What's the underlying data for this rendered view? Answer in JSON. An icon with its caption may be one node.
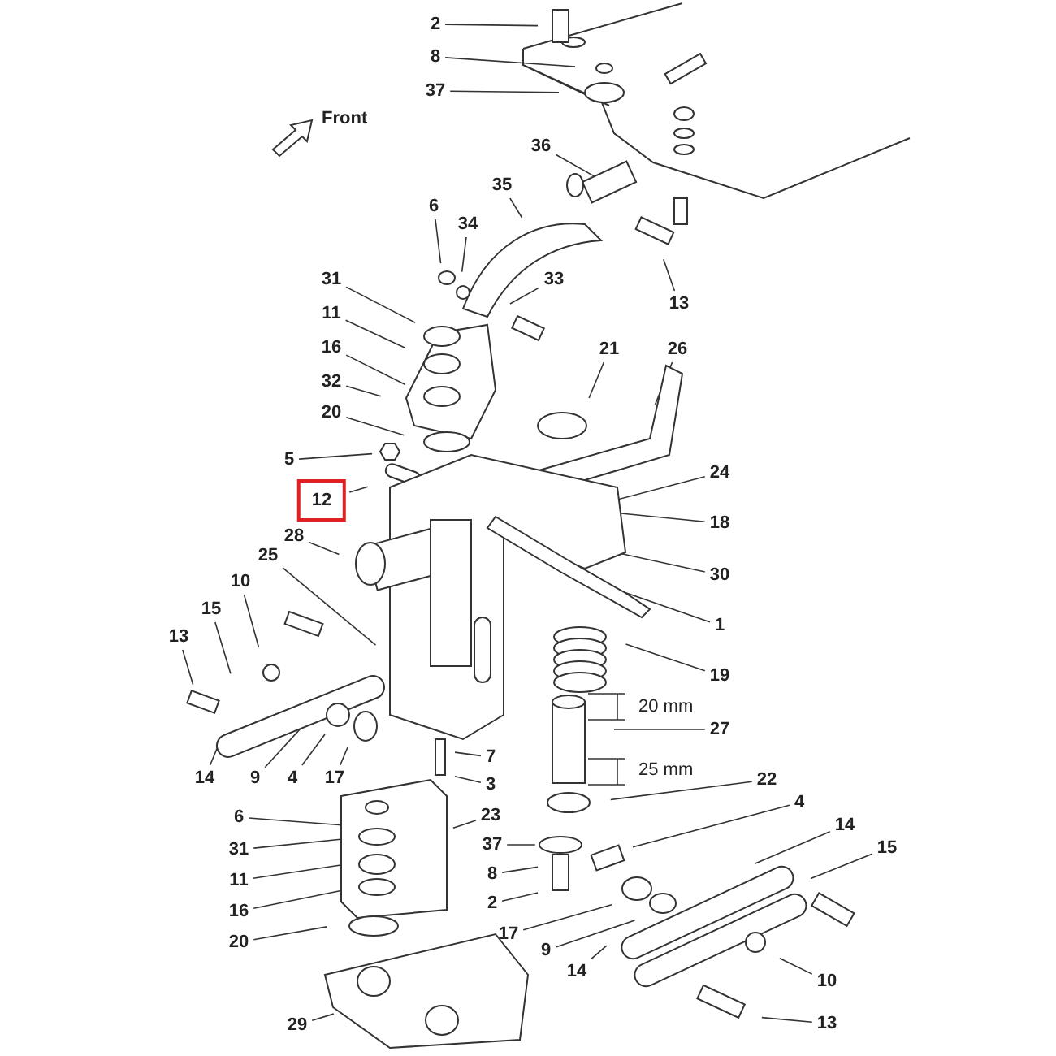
{
  "diagram": {
    "nodes": [
      {
        "text": [
          "2"
        ]
      },
      {
        "text": [
          "8"
        ]
      },
      {
        "text": [
          "37"
        ]
      },
      {
        "text": [
          "36"
        ]
      },
      {
        "text": [
          "35"
        ]
      },
      {
        "text": [
          "6"
        ]
      },
      {
        "text": [
          "34"
        ]
      },
      {
        "text": [
          "31"
        ]
      },
      {
        "text": [
          "33"
        ]
      },
      {
        "text": [
          "13"
        ]
      },
      {
        "text": [
          "11"
        ]
      },
      {
        "text": [
          "21"
        ]
      },
      {
        "text": [
          "26"
        ]
      },
      {
        "text": [
          "16"
        ]
      },
      {
        "text": [
          "32"
        ]
      },
      {
        "text": [
          "20"
        ]
      },
      {
        "text": [
          "5"
        ]
      },
      {
        "text": [
          "12"
        ]
      },
      {
        "text": [
          "24"
        ]
      },
      {
        "text": [
          "28"
        ]
      },
      {
        "text": [
          "18"
        ]
      },
      {
        "text": [
          "25"
        ]
      },
      {
        "text": [
          "30"
        ]
      },
      {
        "text": [
          "10"
        ]
      },
      {
        "text": [
          "1"
        ]
      },
      {
        "text": [
          "15"
        ]
      },
      {
        "text": [
          "13"
        ]
      },
      {
        "text": [
          "19"
        ]
      },
      {
        "text": [
          "27"
        ]
      },
      {
        "text": [
          "14"
        ]
      },
      {
        "text": [
          "9"
        ]
      },
      {
        "text": [
          "4"
        ]
      },
      {
        "text": [
          "17"
        ]
      },
      {
        "text": [
          "7"
        ]
      },
      {
        "text": [
          "3"
        ]
      },
      {
        "text": [
          "6"
        ]
      },
      {
        "text": [
          "23"
        ]
      },
      {
        "text": [
          "22"
        ]
      },
      {
        "text": [
          "4"
        ]
      },
      {
        "text": [
          "37"
        ]
      },
      {
        "text": [
          "14"
        ]
      },
      {
        "text": [
          "31"
        ]
      },
      {
        "text": [
          "15"
        ]
      },
      {
        "text": [
          "8"
        ]
      },
      {
        "text": [
          "11"
        ]
      },
      {
        "text": [
          "2"
        ]
      },
      {
        "text": [
          "16"
        ]
      },
      {
        "text": [
          "17"
        ]
      },
      {
        "text": [
          "9"
        ]
      },
      {
        "text": [
          "20"
        ]
      },
      {
        "text": [
          "14"
        ]
      },
      {
        "text": [
          "10"
        ]
      },
      {
        "text": [
          "29"
        ]
      },
      {
        "text": [
          "13"
        ]
      }
    ],
    "edges": [
      {
        "from": 0,
        "to": null,
        "arrow": "none"
      },
      {
        "from": 1,
        "to": null,
        "arrow": "none"
      },
      {
        "from": 2,
        "to": null,
        "arrow": "none"
      },
      {
        "from": 3,
        "to": null,
        "arrow": "none"
      },
      {
        "from": 4,
        "to": null,
        "arrow": "none"
      },
      {
        "from": 5,
        "to": null,
        "arrow": "none"
      },
      {
        "from": 6,
        "to": null,
        "arrow": "none"
      },
      {
        "from": 7,
        "to": null,
        "arrow": "none"
      },
      {
        "from": 8,
        "to": null,
        "arrow": "none"
      },
      {
        "from": 9,
        "to": null,
        "arrow": "none"
      },
      {
        "from": 10,
        "to": null,
        "arrow": "none"
      },
      {
        "from": 11,
        "to": null,
        "arrow": "none"
      },
      {
        "from": 12,
        "to": null,
        "arrow": "none"
      },
      {
        "from": 13,
        "to": null,
        "arrow": "none"
      },
      {
        "from": 14,
        "to": null,
        "arrow": "none"
      },
      {
        "from": 15,
        "to": null,
        "arrow": "none"
      },
      {
        "from": 16,
        "to": null,
        "arrow": "none"
      },
      {
        "from": 17,
        "to": null,
        "arrow": "none"
      },
      {
        "from": 18,
        "to": null,
        "arrow": "none"
      },
      {
        "from": 19,
        "to": null,
        "arrow": "none"
      },
      {
        "from": 20,
        "to": null,
        "arrow": "none"
      },
      {
        "from": 21,
        "to": null,
        "arrow": "none"
      },
      {
        "from": 22,
        "to": null,
        "arrow": "none"
      },
      {
        "from": 23,
        "to": null,
        "arrow": "none"
      },
      {
        "from": 24,
        "to": null,
        "arrow": "none"
      },
      {
        "from": 25,
        "to": null,
        "arrow": "none"
      },
      {
        "from": 26,
        "to": null,
        "arrow": "none"
      },
      {
        "from": 27,
        "to": null,
        "arrow": "none"
      },
      {
        "from": 28,
        "to": null,
        "arrow": "none"
      },
      {
        "from": 29,
        "to": null,
        "arrow": "none"
      },
      {
        "from": 30,
        "to": null,
        "arrow": "none"
      },
      {
        "from": 31,
        "to": null,
        "arrow": "none"
      },
      {
        "from": 32,
        "to": null,
        "arrow": "none"
      },
      {
        "from": 33,
        "to": null,
        "arrow": "none"
      },
      {
        "from": 34,
        "to": null,
        "arrow": "none"
      },
      {
        "from": 35,
        "to": null,
        "arrow": "none"
      },
      {
        "from": 36,
        "to": null,
        "arrow": "none"
      },
      {
        "from": 37,
        "to": null,
        "arrow": "none"
      },
      {
        "from": 38,
        "to": null,
        "arrow": "none"
      },
      {
        "from": 39,
        "to": null,
        "arrow": "none"
      },
      {
        "from": 40,
        "to": null,
        "arrow": "none"
      },
      {
        "from": 41,
        "to": null,
        "arrow": "none"
      },
      {
        "from": 42,
        "to": null,
        "arrow": "none"
      },
      {
        "from": 43,
        "to": null,
        "arrow": "none"
      },
      {
        "from": 44,
        "to": null,
        "arrow": "none"
      },
      {
        "from": 45,
        "to": null,
        "arrow": "none"
      },
      {
        "from": 46,
        "to": null,
        "arrow": "none"
      },
      {
        "from": 47,
        "to": null,
        "arrow": "none"
      },
      {
        "from": 48,
        "to": null,
        "arrow": "none"
      },
      {
        "from": 49,
        "to": null,
        "arrow": "none"
      },
      {
        "from": 50,
        "to": null,
        "arrow": "none"
      },
      {
        "from": 51,
        "to": null,
        "arrow": "none"
      },
      {
        "from": 52,
        "to": null,
        "arrow": "none"
      },
      {
        "from": 53,
        "to": null,
        "arrow": "none"
      }
    ],
    "labels": [
      "Front",
      "20 mm",
      "25 mm"
    ]
  }
}
